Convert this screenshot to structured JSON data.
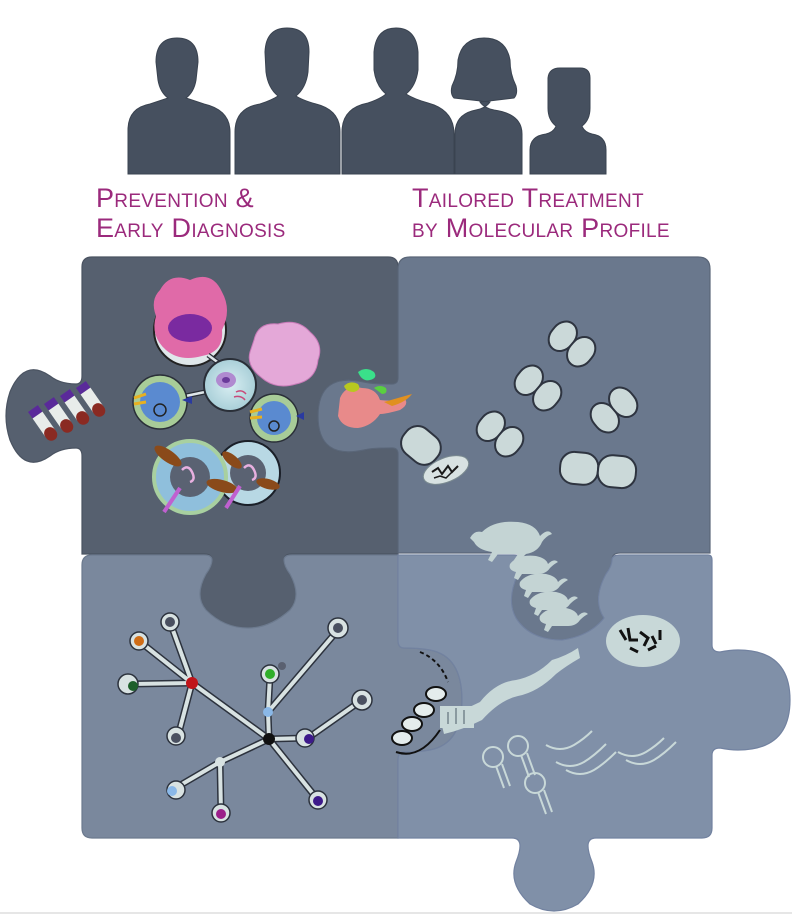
{
  "figure": {
    "type": "puzzle-diagram",
    "theme": "precision medicine"
  },
  "population": {
    "label": "patient population",
    "silhouettes": [
      {
        "id": "adult-1",
        "color": "#46505f"
      },
      {
        "id": "adult-2",
        "color": "#46505f"
      },
      {
        "id": "adult-3",
        "color": "#46505f"
      },
      {
        "id": "adult-woman",
        "color": "#46505f"
      },
      {
        "id": "child",
        "color": "#46505f"
      }
    ]
  },
  "captions": {
    "left": {
      "line1": "Prevention &",
      "line2": "Early Diagnosis",
      "color": "#9b2a7c"
    },
    "right": {
      "line1": "Tailored Treatment",
      "line2": "by Molecular Profile",
      "color": "#9b2a7c"
    }
  },
  "puzzle": {
    "pieces": [
      {
        "id": "top-left",
        "color": "#56606f",
        "contents": [
          "blood-sample-tubes",
          "histology-cells",
          "cell-diagram",
          "tissue-section",
          "liposome-nanoparticles"
        ]
      },
      {
        "id": "top-right",
        "color": "#6a788d",
        "contents": [
          "protein-structure",
          "pill-capsules",
          "chromosome-spread"
        ]
      },
      {
        "id": "bottom-left",
        "color": "#7a889d",
        "contents": [
          "molecular-network"
        ]
      },
      {
        "id": "bottom-right",
        "color": "#8090a8",
        "contents": [
          "animal-models-cats-mice",
          "chromosome-karyotype",
          "dna-helix",
          "microrna-hairpins",
          "rna-strands"
        ]
      }
    ],
    "network_node_colors": [
      "#d06d16",
      "#1d5f2a",
      "#c0141a",
      "#2fae2a",
      "#8ab8e8",
      "#111111",
      "#3d1a8a",
      "#9b1f8a",
      "#4a5060"
    ]
  }
}
